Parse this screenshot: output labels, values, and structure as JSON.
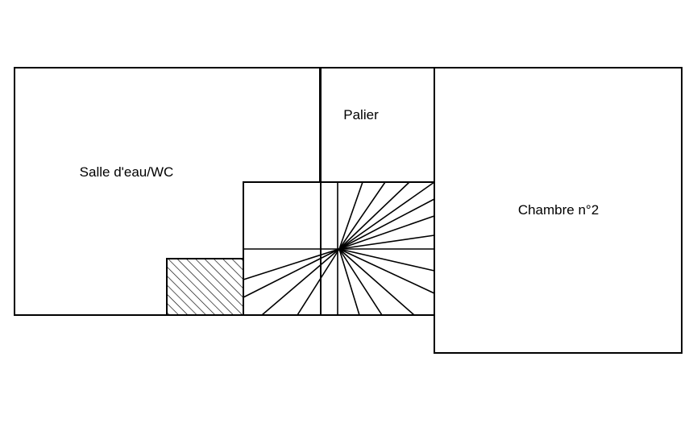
{
  "rooms": {
    "salle_eau": {
      "label": "Salle d'eau/WC"
    },
    "palier": {
      "label": "Palier"
    },
    "chambre2": {
      "label": "Chambre n°2"
    }
  },
  "colors": {
    "line": "#000000",
    "background": "#ffffff"
  }
}
